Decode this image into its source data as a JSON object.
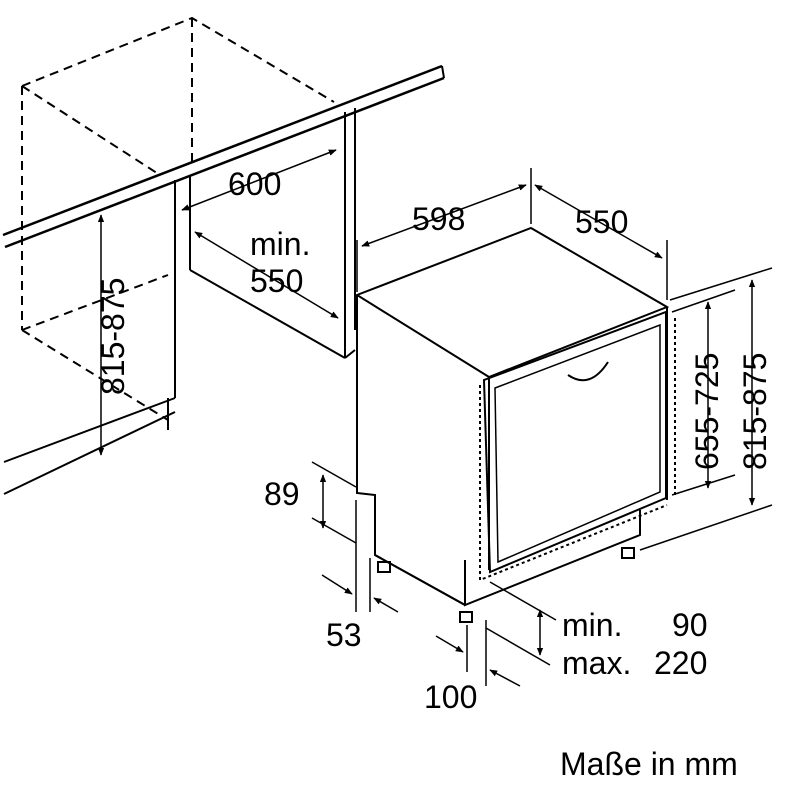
{
  "labels": {
    "niche_width": "600",
    "niche_depth_min": "min.",
    "niche_depth_value": "550",
    "niche_height": "815-875",
    "appliance_width": "598",
    "appliance_depth": "550",
    "door_height": "655-725",
    "appliance_height": "815-875",
    "plinth_height": "89",
    "plinth_setback": "53",
    "foot_distance": "100",
    "plinth_gap_min_label": "min.",
    "plinth_gap_min_value": "90",
    "plinth_gap_max_label": "max.",
    "plinth_gap_max_value": "220",
    "units_note": "Maße in mm"
  }
}
